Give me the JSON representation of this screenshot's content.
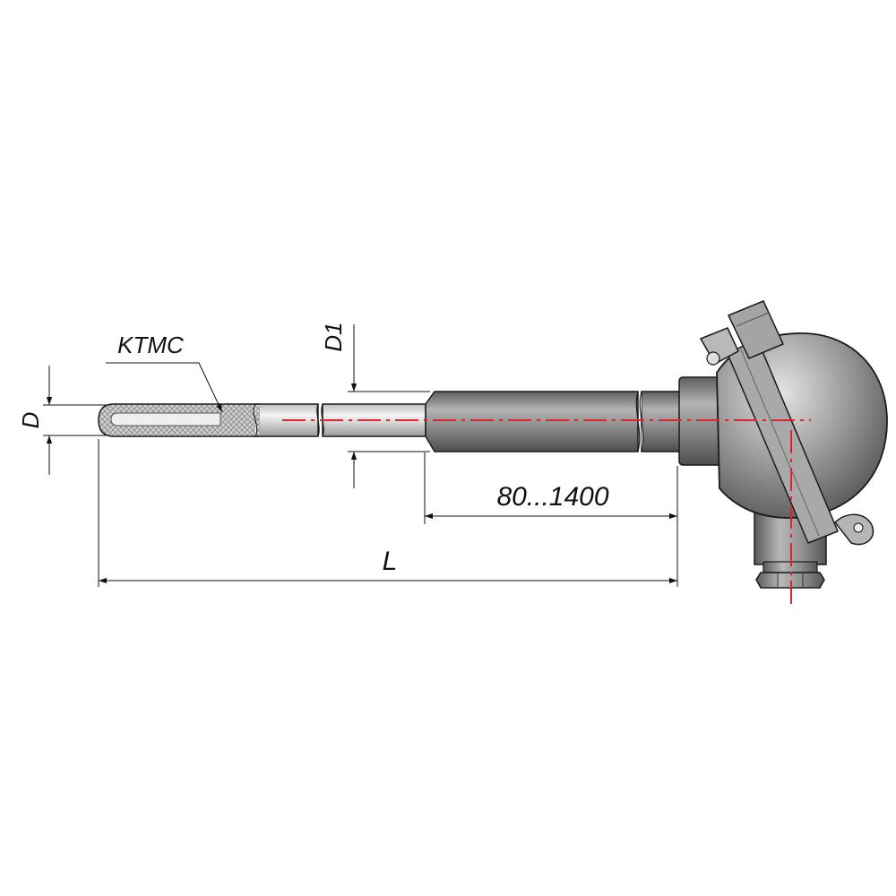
{
  "labels": {
    "sheath": "KTMC",
    "diameter_tip": "D",
    "diameter_sheath": "D1",
    "length_range": "80...1400",
    "total_length": "L"
  },
  "colors": {
    "axis": "#e0242c",
    "outline": "#1a1a1a",
    "metal_dark": "#7d7d7d",
    "metal_light": "#e2e2e2"
  }
}
